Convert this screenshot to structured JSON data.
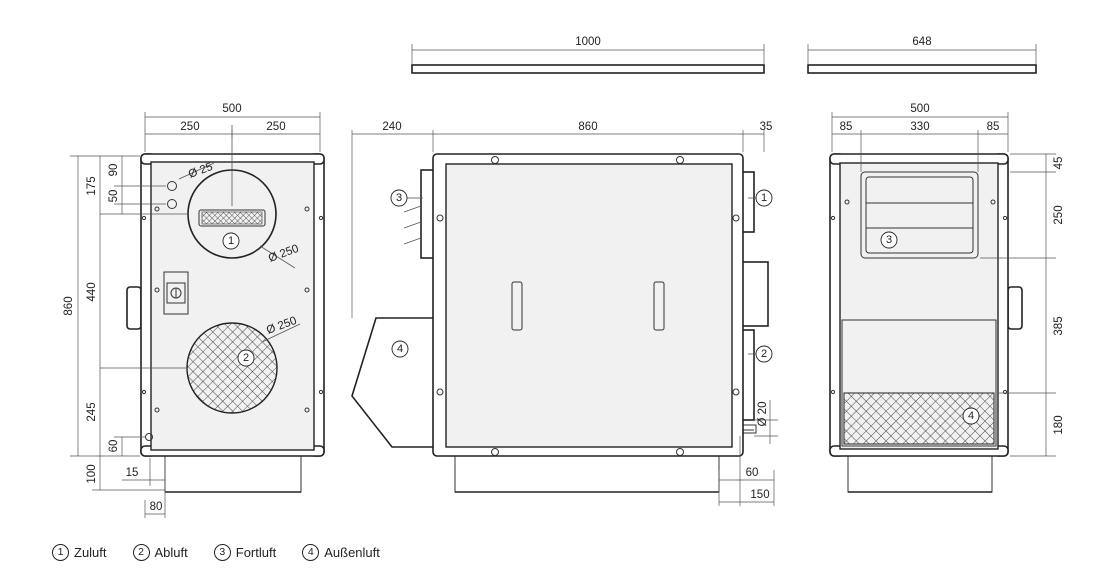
{
  "dimensions": {
    "top_left_length": "1000",
    "top_right_length": "648",
    "front_width_total": "500",
    "front_width_left": "250",
    "front_width_right": "250",
    "front_height_total": "860",
    "front_h_175": "175",
    "front_h_90": "90",
    "front_h_50": "50",
    "front_h_440": "440",
    "front_h_245": "245",
    "front_h_60": "60",
    "front_h_100": "100",
    "front_15": "15",
    "front_80": "80",
    "dia_25": "Ø 25",
    "dia_250_top": "Ø 250",
    "dia_250_bottom": "Ø 250",
    "side_240": "240",
    "side_860": "860",
    "side_35": "35",
    "side_dia_20": "Ø 20",
    "side_60": "60",
    "side_150": "150",
    "back_width_total": "500",
    "back_85_left": "85",
    "back_330": "330",
    "back_85_right": "85",
    "back_45": "45",
    "back_250": "250",
    "back_385": "385",
    "back_180": "180"
  },
  "markers": {
    "m1": "1",
    "m2": "2",
    "m3": "3",
    "m4": "4"
  },
  "legend": [
    {
      "num": "1",
      "label": "Zuluft"
    },
    {
      "num": "2",
      "label": "Abluft"
    },
    {
      "num": "3",
      "label": "Fortluft"
    },
    {
      "num": "4",
      "label": "Außenluft"
    }
  ]
}
